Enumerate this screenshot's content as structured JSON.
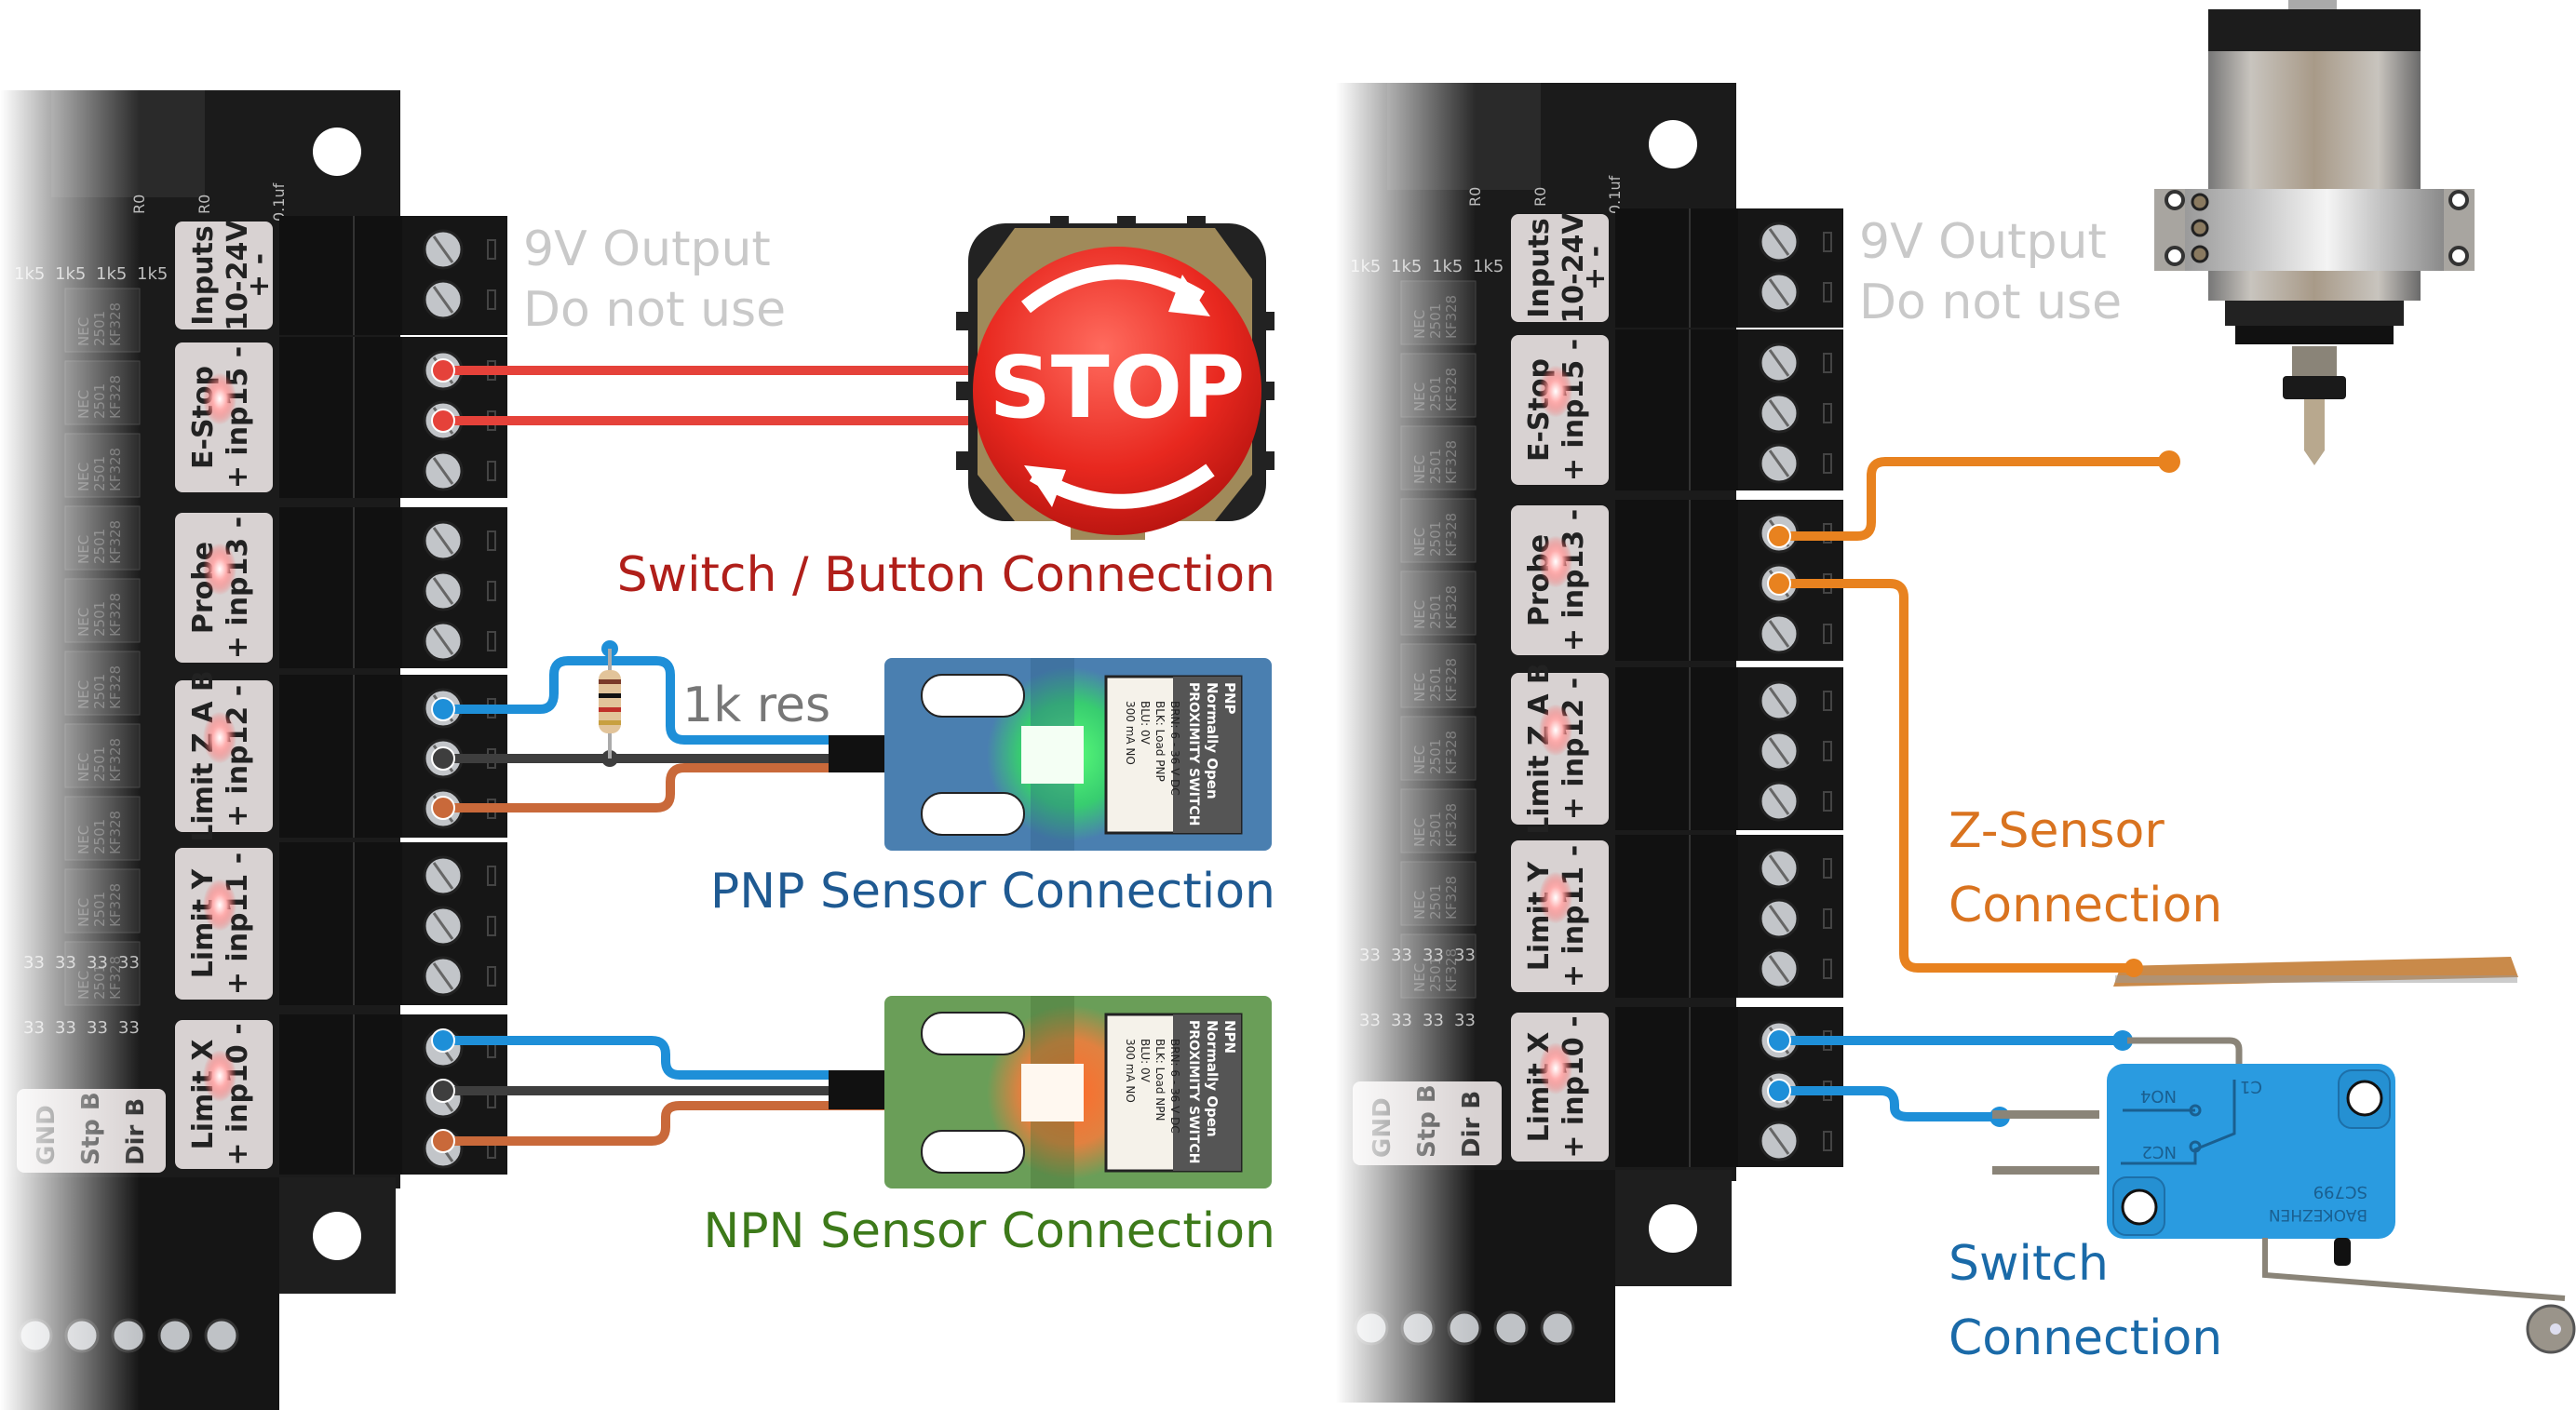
{
  "colors": {
    "switch_caption": "#b01f1a",
    "pnp_caption": "#1f5a92",
    "npn_caption": "#3d7a1a",
    "zsensor_caption": "#d9731f",
    "microswitch_caption": "#1a6aa8",
    "disabled_caption": "#c9c9c9",
    "wire_red": "#e5423a",
    "wire_blue": "#1e8fd8",
    "wire_black": "#3e3e3e",
    "wire_brown": "#c9693a",
    "wire_orange": "#e8821f",
    "pnp_body": "#4a7fb0",
    "npn_body": "#6a9e58",
    "microswitch_body": "#2a9be0",
    "pcb": "#1a1a1a",
    "label_plate": "#d8d2d2"
  },
  "boards": [
    {
      "id": "left",
      "terminals": [
        {
          "line1": "Inputs",
          "line2": "10-24V",
          "polarity": "+  -",
          "pins": 2,
          "led": false
        },
        {
          "line1": "E-Stop",
          "line2": "+ inp15 -",
          "pins": 3,
          "led": true
        },
        {
          "line1": "Probe",
          "line2": "+ inp13 -",
          "pins": 3,
          "led": true
        },
        {
          "line1": "Limit Z A B",
          "line2": "+ inp12 -",
          "pins": 3,
          "led": true
        },
        {
          "line1": "Limit Y",
          "line2": "+ inp11 -",
          "pins": 3,
          "led": true
        },
        {
          "line1": "Limit X",
          "line2": "+ inp10 -",
          "pins": 3,
          "led": true
        }
      ],
      "silkscreen": {
        "resistors": [
          "1k5",
          "1k5",
          "1k5",
          "1k5",
          "1k5"
        ],
        "r_zero": [
          "R0",
          "R0"
        ],
        "cap": "0.1uf",
        "optocoupler": [
          "NEC",
          "2501",
          "KF328"
        ],
        "resistor_33": [
          "33",
          "33",
          "33",
          "33"
        ],
        "bottom_labels": [
          "GND",
          "Stp B",
          "Dir B"
        ]
      }
    },
    {
      "id": "right",
      "terminals": [
        {
          "line1": "Inputs",
          "line2": "10-24V",
          "polarity": "+  -",
          "pins": 2,
          "led": false
        },
        {
          "line1": "E-Stop",
          "line2": "+ inp15 -",
          "pins": 3,
          "led": true
        },
        {
          "line1": "Probe",
          "line2": "+ inp13 -",
          "pins": 3,
          "led": true
        },
        {
          "line1": "Limit Z A B",
          "line2": "+ inp12 -",
          "pins": 3,
          "led": true
        },
        {
          "line1": "Limit Y",
          "line2": "+ inp11 -",
          "pins": 3,
          "led": true
        },
        {
          "line1": "Limit X",
          "line2": "+ inp10 -",
          "pins": 3,
          "led": true
        }
      ]
    }
  ],
  "captions": {
    "left_9v_line1": "9V Output",
    "left_9v_line2": "Do not use",
    "right_9v_line1": "9V Output",
    "right_9v_line2": "Do not use",
    "switch_button": "Switch / Button Connection",
    "resistor": "1k res",
    "pnp": "PNP Sensor Connection",
    "npn": "NPN Sensor Connection",
    "zsensor_line1": "Z-Sensor",
    "zsensor_line2": "Connection",
    "microswitch_line1": "Switch",
    "microswitch_line2": "Connection"
  },
  "stop_button": {
    "label": "STOP"
  },
  "pnp_sensor": {
    "type": "PNP",
    "line2": "Normally Open",
    "line3": "PROXIMITY  SWITCH",
    "spec1": "BRN: 6 - 36 V DC",
    "spec2": "BLK: Load PNP",
    "spec3": "BLU: 0V",
    "spec4": "300 mA NO"
  },
  "npn_sensor": {
    "type": "NPN",
    "line2": "Normally Open",
    "line3": "PROXIMITY  SWITCH",
    "spec1": "BRN: 6 - 36 V DC",
    "spec2": "BLK: Load NPN",
    "spec3": "BLU: 0V",
    "spec4": "300 mA NO"
  },
  "microswitch": {
    "c1": "C1",
    "no4": "NO4",
    "nc2": "NC2",
    "model": "SC799",
    "brand": "BAOKEZHEN"
  }
}
